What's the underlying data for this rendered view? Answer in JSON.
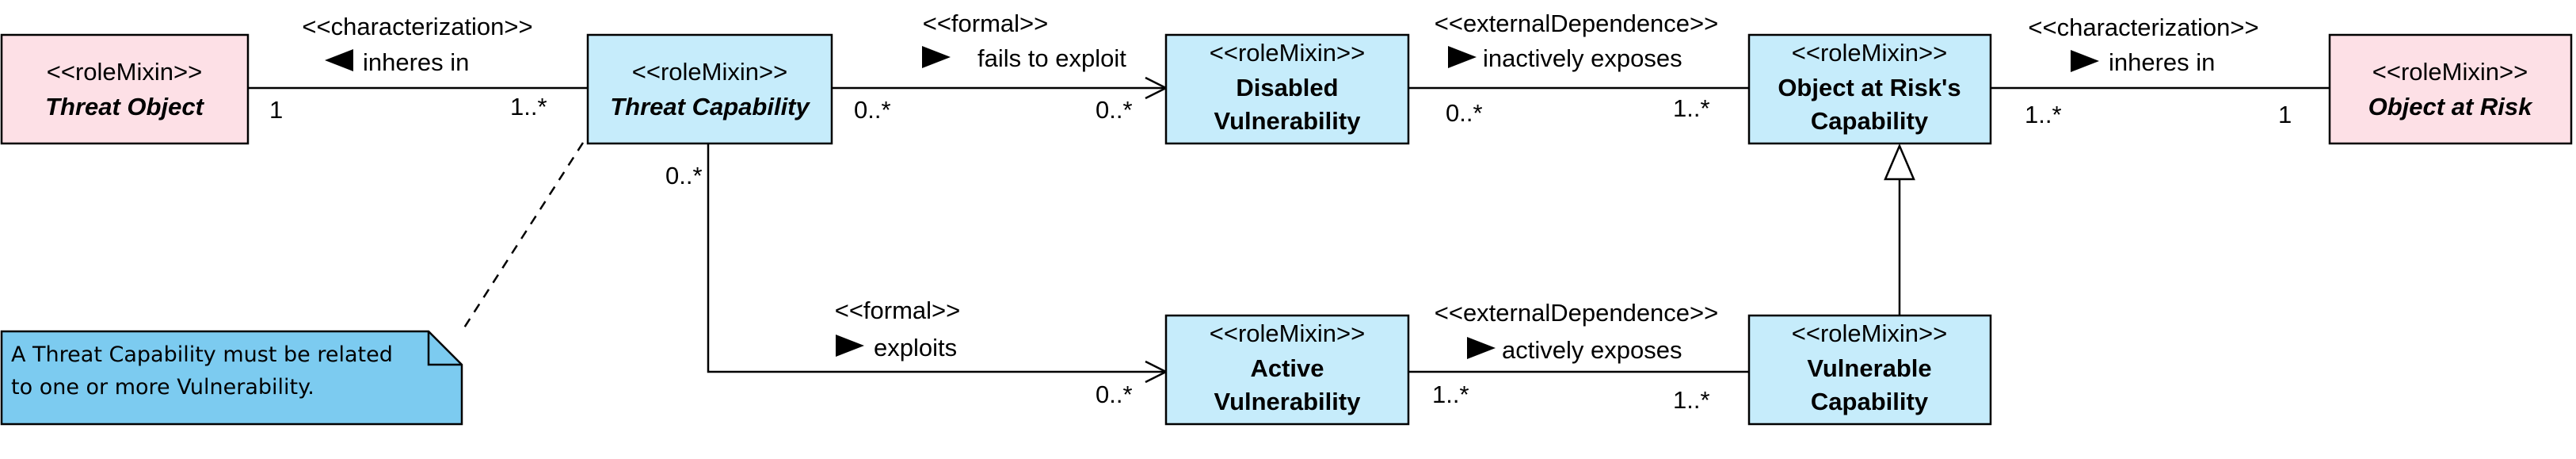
{
  "classes": {
    "threat_object": {
      "stereotype": "<<roleMixin>>",
      "name": "Threat Object"
    },
    "threat_capability": {
      "stereotype": "<<roleMixin>>",
      "name": "Threat Capability"
    },
    "disabled_vulnerability": {
      "stereotype": "<<roleMixin>>",
      "name_line1": "Disabled",
      "name_line2": "Vulnerability"
    },
    "object_at_risks_capability": {
      "stereotype": "<<roleMixin>>",
      "name_line1": "Object at Risk's",
      "name_line2": "Capability"
    },
    "object_at_risk": {
      "stereotype": "<<roleMixin>>",
      "name": "Object at Risk"
    },
    "active_vulnerability": {
      "stereotype": "<<roleMixin>>",
      "name_line1": "Active",
      "name_line2": "Vulnerability"
    },
    "vulnerable_capability": {
      "stereotype": "<<roleMixin>>",
      "name_line1": "Vulnerable",
      "name_line2": "Capability"
    }
  },
  "associations": {
    "a1": {
      "stereotype": "<<characterization>>",
      "label": "inheres in",
      "arrow": "left",
      "mult_left": "1",
      "mult_right": "1..*"
    },
    "a2": {
      "stereotype": "<<formal>>",
      "label": "fails to exploit",
      "arrow": "right",
      "mult_left": "0..*",
      "mult_right": "0..*"
    },
    "a3": {
      "stereotype": "<<externalDependence>>",
      "label": "inactively exposes",
      "arrow": "right",
      "mult_left": "0..*",
      "mult_right": "1..*"
    },
    "a4": {
      "stereotype": "<<characterization>>",
      "label": "inheres in",
      "arrow": "right",
      "mult_left": "1..*",
      "mult_right": "1"
    },
    "a5": {
      "stereotype": "<<formal>>",
      "label": "exploits",
      "arrow": "right",
      "mult_source": "0..*",
      "mult_target": "0..*"
    },
    "a6": {
      "stereotype": "<<externalDependence>>",
      "label": "actively exposes",
      "arrow": "right",
      "mult_left": "1..*",
      "mult_right": "1..*"
    }
  },
  "note": {
    "line1": "A Threat Capability must be related",
    "line2": "to one or more Vulnerability."
  },
  "colors": {
    "kind_fill": "#fde0e6",
    "role_fill": "#c6ecfb",
    "note_fill": "#7ccbf0",
    "stroke": "#000000"
  }
}
